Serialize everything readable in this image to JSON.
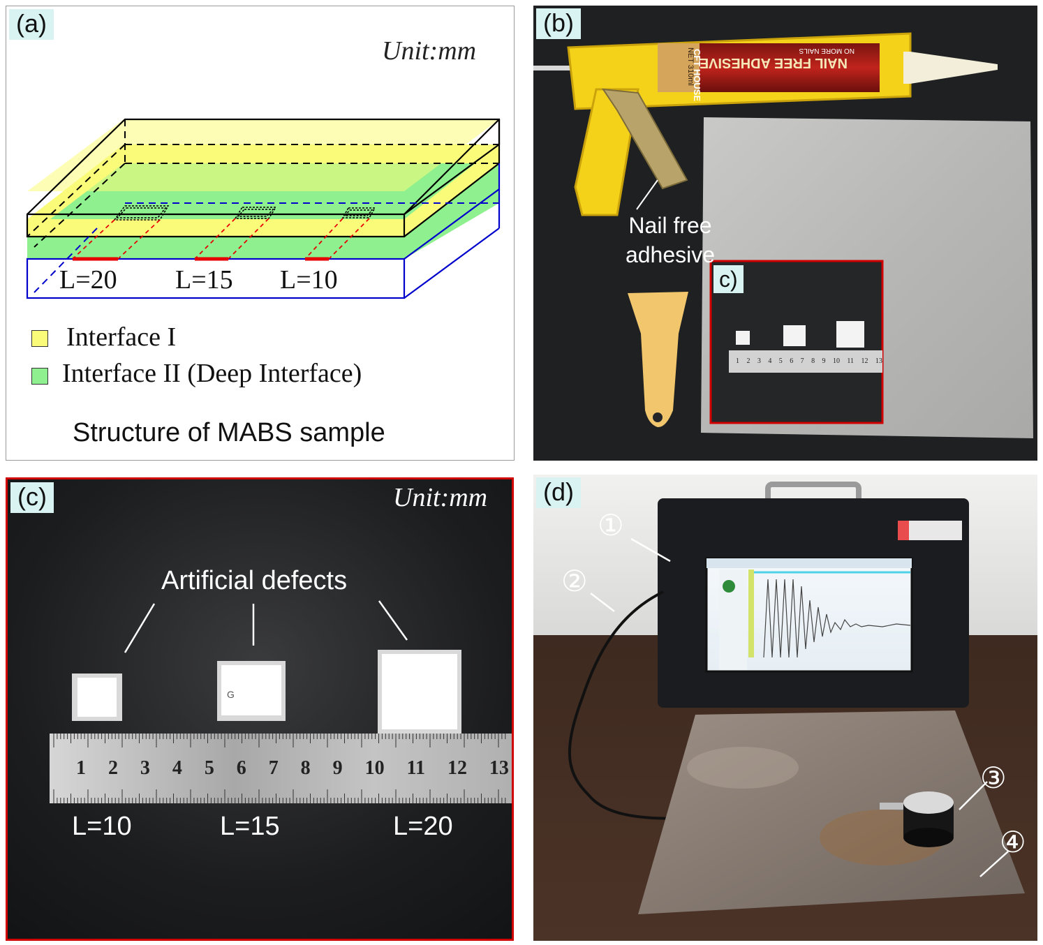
{
  "panel_a": {
    "tag": "(a)",
    "unit": "Unit:mm",
    "defect_labels": [
      "L=20",
      "L=15",
      "L=10"
    ],
    "legend": [
      {
        "label": "Interface I",
        "color": "#fbfb7a"
      },
      {
        "label": "Interface II (Deep Interface)",
        "color": "#8ef08e"
      }
    ],
    "caption": "Structure of MABS sample"
  },
  "panel_b": {
    "tag": "(b)",
    "annotation_line1": "Nail free",
    "annotation_line2": "adhesive",
    "inset_tag": "c)",
    "tube_text": "NAIL FREE ADHESIVE",
    "tube_brand": "CFT HOUSE",
    "tube_small": "NO MORE NAILS",
    "tube_volume": "NET 310ml",
    "ruler_numbers": [
      "1",
      "2",
      "3",
      "4",
      "5",
      "6",
      "7",
      "8",
      "9",
      "10",
      "11",
      "12",
      "13"
    ]
  },
  "panel_c": {
    "tag": "(c)",
    "unit": "Unit:mm",
    "defects_label": "Artificial defects",
    "defect_labels": [
      "L=10",
      "L=15",
      "L=20"
    ],
    "patch_mark": "G",
    "ruler_numbers": [
      "1",
      "2",
      "3",
      "4",
      "5",
      "6",
      "7",
      "8",
      "9",
      "10",
      "11",
      "12",
      "13"
    ]
  },
  "panel_d": {
    "tag": "(d)",
    "markers": [
      "①",
      "②",
      "③",
      "④"
    ]
  },
  "colors": {
    "tag_bg": "#d9f3f3",
    "interface1": "#fbfb7a",
    "interface2": "#8ef08e",
    "steel_outline": "#0000cc",
    "defect_red": "#e60000",
    "inset_red": "#d00000"
  }
}
